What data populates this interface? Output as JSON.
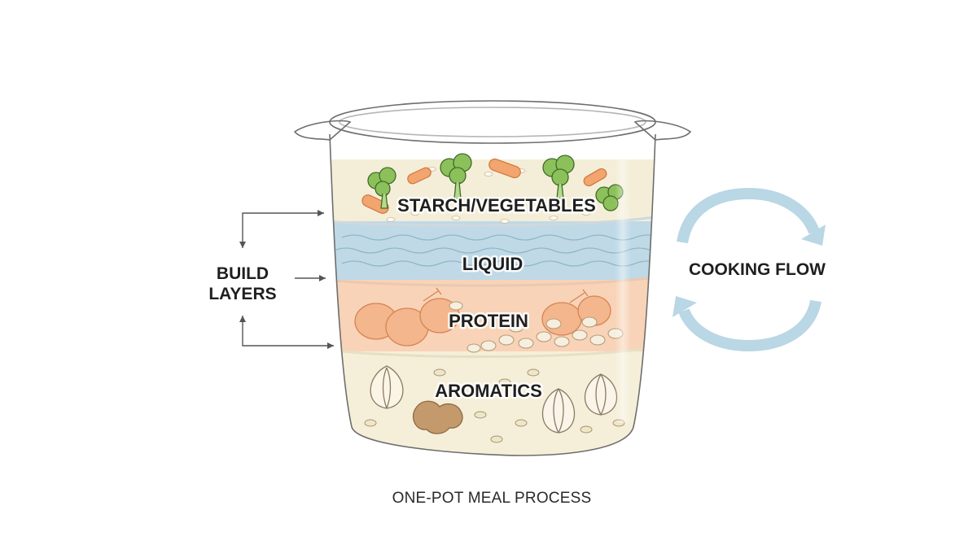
{
  "title": "ONE-POT MEAL PROCESS",
  "left_label": {
    "line1": "BUILD",
    "line2": "LAYERS"
  },
  "right_label": "COOKING FLOW",
  "layers": [
    {
      "id": "starch",
      "label": "STARCH/VEGETABLES"
    },
    {
      "id": "liquid",
      "label": "LIQUID"
    },
    {
      "id": "protein",
      "label": "PROTEIN"
    },
    {
      "id": "aromatics",
      "label": "AROMATICS"
    }
  ],
  "colors": {
    "liquid": "#bfd9e6",
    "protein": "#f8d3b8",
    "aromatics": "#f5efd9",
    "starch": "#f4eed8",
    "cycle_arrow": "#b9d7e4",
    "broccoli": "#8cc05a",
    "carrot": "#f0a066"
  },
  "icons": [
    "broccoli-icon",
    "carrot-icon",
    "chicken-drumstick-icon",
    "bean-icon",
    "garlic-icon",
    "onion-icon",
    "ginger-icon",
    "cycle-arrow-icon"
  ]
}
